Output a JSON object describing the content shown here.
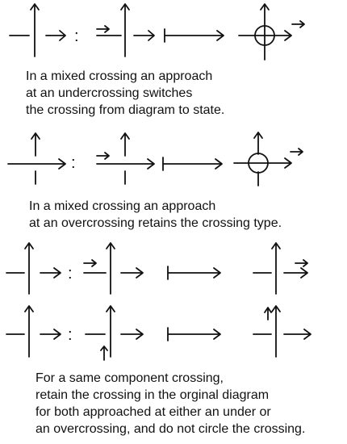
{
  "rules": [
    {
      "id": "mixed-under",
      "separator": ":",
      "caption_lines": [
        "In a mixed crossing an approach",
        "at an undercrossing switches",
        "the crossing from diagram to state."
      ]
    },
    {
      "id": "mixed-over",
      "separator": ":",
      "caption_lines": [
        "In a mixed crossing an approach",
        "at an overcrossing retains the crossing type."
      ]
    },
    {
      "id": "same-component-under",
      "separator": ":",
      "caption_lines": []
    },
    {
      "id": "same-component-over",
      "separator": ":",
      "caption_lines": [
        "For a same component crossing,",
        "retain the crossing in the orginal diagram",
        "for both approached at either an under or",
        "an overcrossing, and do not circle the crossing."
      ]
    }
  ]
}
